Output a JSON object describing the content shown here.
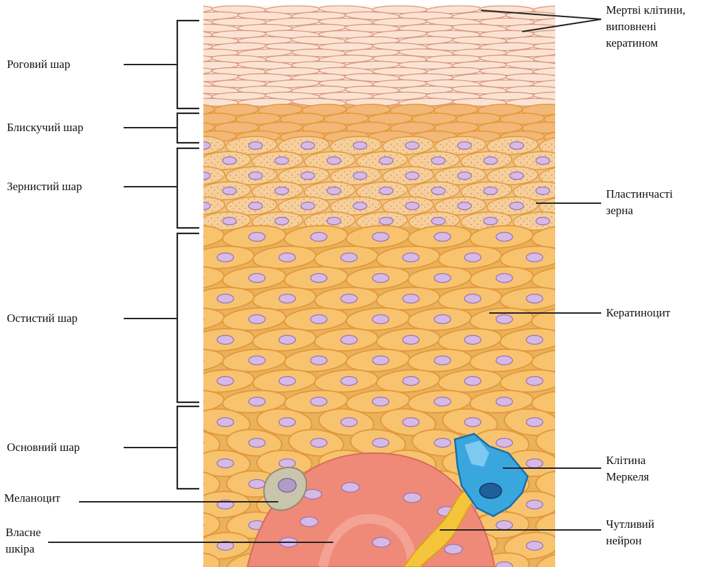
{
  "labels_left": {
    "stratum_corneum": "Роговий шар",
    "stratum_lucidum": "Блискучий шар",
    "stratum_granulosum": "Зернистий шар",
    "stratum_spinosum": "Остистий шар",
    "stratum_basale": "Основний шар",
    "melanocyte": "Меланоцит",
    "dermis_line1": "Власне",
    "dermis_line2": "шкіра"
  },
  "labels_right": {
    "dead_cells_line1": "Мертві клітини,",
    "dead_cells_line2": "виповнені",
    "dead_cells_line3": "кератином",
    "granules_line1": "Пластинчасті",
    "granules_line2": "зерна",
    "keratinocyte": "Кератиноцит",
    "merkel_line1": "Клітина",
    "merkel_line2": "Меркеля",
    "neuron_line1": "Чутливий",
    "neuron_line2": "нейрон"
  },
  "colors": {
    "corneum_fill": "#fbe3d3",
    "corneum_stroke": "#d9967f",
    "lucidum_fill": "#f3b877",
    "granulosum_fill": "#f6cf9b",
    "spinosum_fill": "#f8c36f",
    "cell_stroke": "#e29a3c",
    "nucleus_fill": "#d7b9e6",
    "nucleus_stroke": "#9a72b4",
    "dermis_fill": "#ef8a78",
    "merkel_fill": "#3aa6de",
    "melanocyte_fill": "#c9c4ac",
    "leader_line": "#222222"
  }
}
